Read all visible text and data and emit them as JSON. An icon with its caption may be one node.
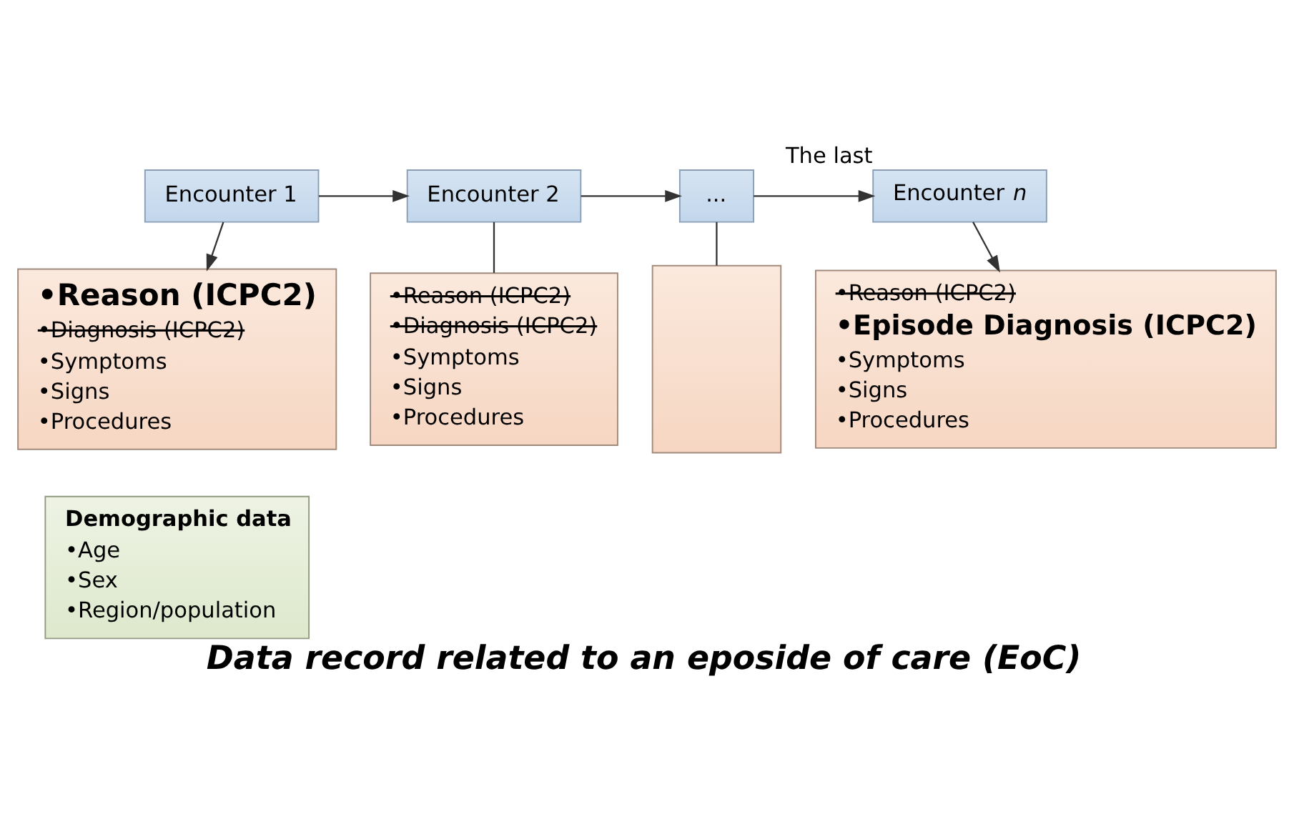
{
  "diagram": {
    "caption": "Data record related to an eposide of care (EoC)",
    "nodes": [
      {
        "text": [
          "Encounter 1"
        ]
      },
      {
        "text": [
          "Encounter 2"
        ]
      },
      {
        "text": [
          "..."
        ]
      },
      {
        "text": [
          "Encounter *n*"
        ],
        "beside": [
          "The last"
        ]
      },
      {
        "text": [
          "•Reason (ICPC2)",
          "•Diagnosis (ICPC2)",
          "•Symptoms",
          "•Signs",
          "•Procedures"
        ]
      },
      {
        "text": [
          "•Reason (ICPC2)",
          "•Diagnosis (ICPC2)",
          "•Symptoms",
          "•Signs",
          "•Procedures"
        ]
      },
      {
        "text": [],
        "shape": "box"
      },
      {
        "text": [
          "•Reason (ICPC2)",
          "•Episode Diagnosis (ICPC2)",
          "•Symptoms",
          "•Signs",
          "•Procedures"
        ]
      },
      {
        "text": [
          "Demographic data",
          "•Age",
          "•Sex",
          "•Region/population"
        ]
      }
    ],
    "edges": [
      {
        "from": 0,
        "to": 1,
        "arrow": "to"
      },
      {
        "from": 1,
        "to": 2,
        "arrow": "to"
      },
      {
        "from": 2,
        "to": 3,
        "arrow": "to"
      },
      {
        "from": 0,
        "to": 4,
        "arrow": "to"
      },
      {
        "from": 1,
        "to": 5,
        "arrow": "none"
      },
      {
        "from": 2,
        "to": 6,
        "arrow": "none"
      },
      {
        "from": 3,
        "to": 7,
        "arrow": "to"
      }
    ]
  }
}
